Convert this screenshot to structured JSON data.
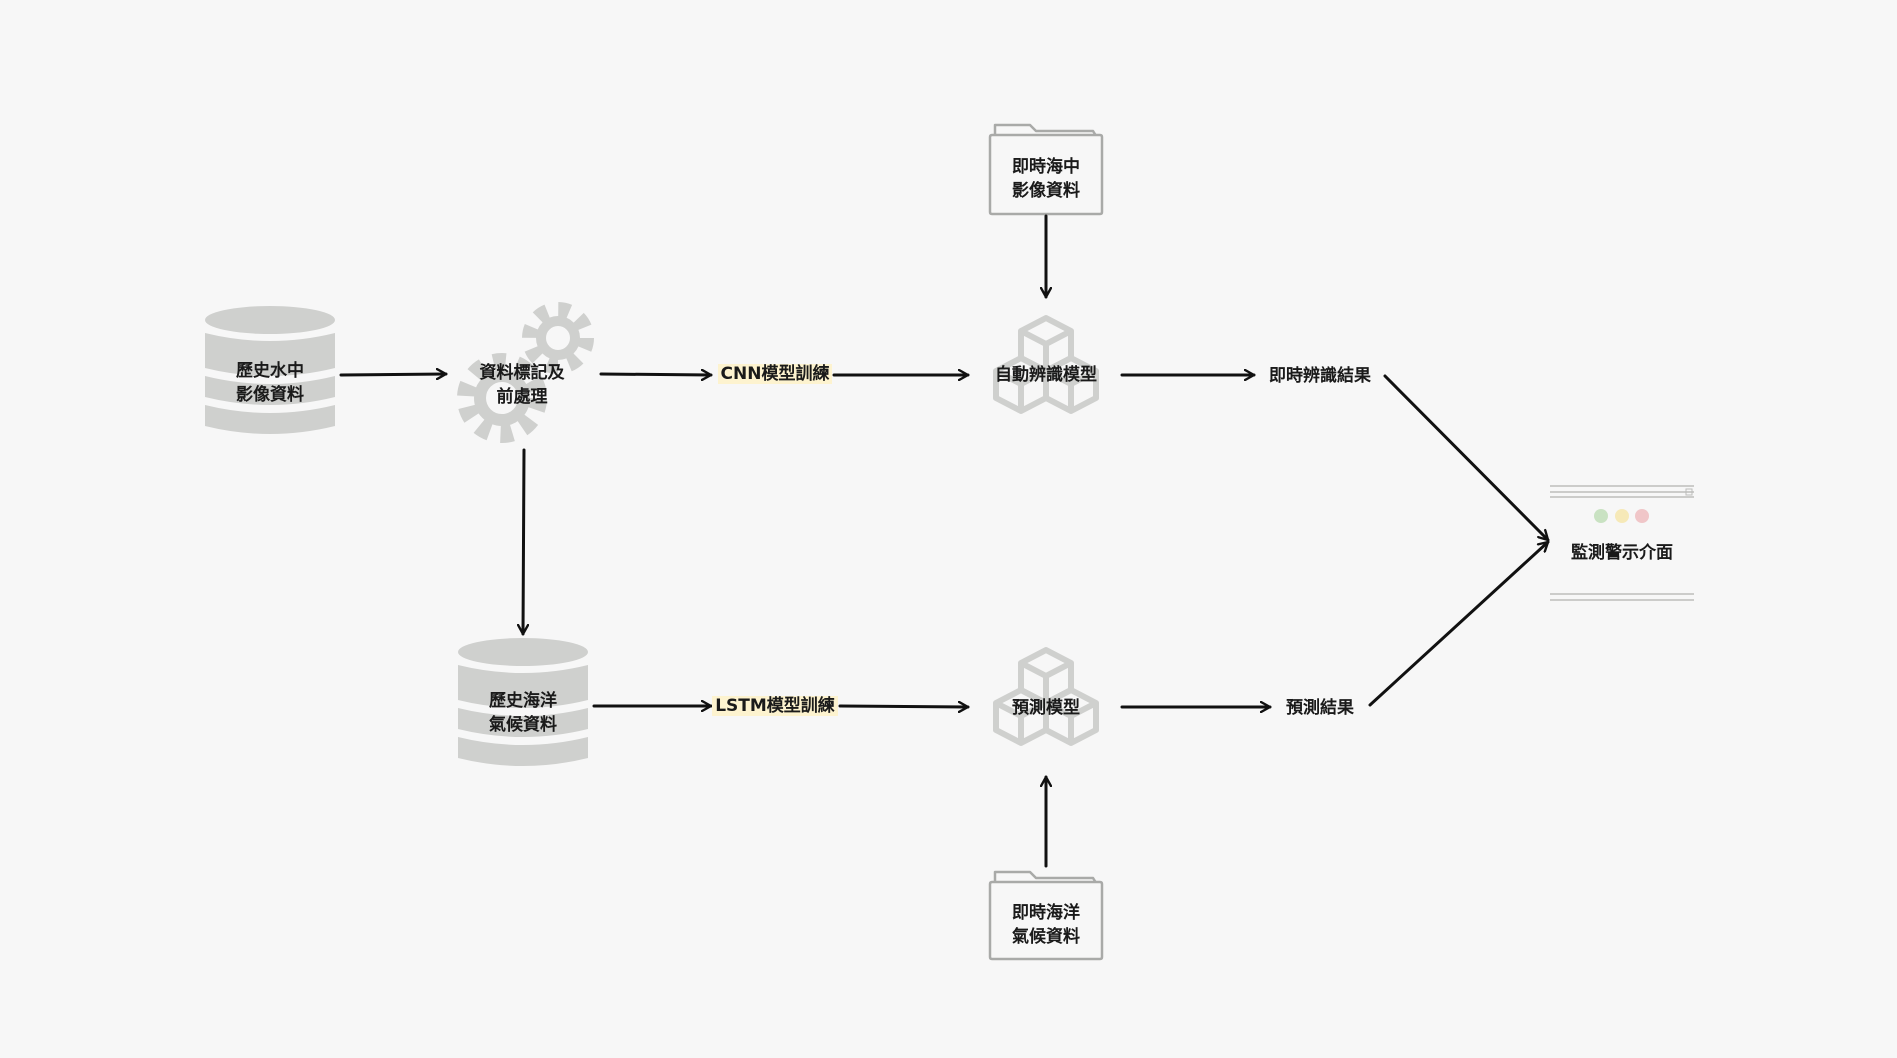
{
  "nodes": {
    "hist_underwater_images": {
      "lines": [
        "歷史水中",
        "影像資料"
      ],
      "icon": "database-icon"
    },
    "labeling_preprocessing": {
      "lines": [
        "資料標記及",
        "前處理"
      ],
      "icon": "gears-icon"
    },
    "hist_ocean_climate": {
      "lines": [
        "歷史海洋",
        "氣候資料"
      ],
      "icon": "database-icon"
    },
    "auto_recognition_model": {
      "lines": [
        "自動辨識模型"
      ],
      "icon": "cubes-icon"
    },
    "prediction_model": {
      "lines": [
        "預測模型"
      ],
      "icon": "cubes-icon"
    },
    "realtime_underwater_images": {
      "lines": [
        "即時海中",
        "影像資料"
      ],
      "icon": "folder-icon"
    },
    "realtime_ocean_climate": {
      "lines": [
        "即時海洋",
        "氣候資料"
      ],
      "icon": "folder-icon"
    },
    "realtime_recognition_result": {
      "lines": [
        "即時辨識結果"
      ]
    },
    "prediction_result": {
      "lines": [
        "預測結果"
      ]
    },
    "monitoring_alert_ui": {
      "lines": [
        "監測警示介面"
      ],
      "icon": "browser-window-icon"
    }
  },
  "edge_labels": {
    "cnn_training": "CNN模型訓練",
    "lstm_training": "LSTM模型訓練"
  },
  "colors": {
    "background": "#f7f7f7",
    "icon_fill": "#cfd0ce",
    "icon_stroke": "#a9aaa8",
    "arrow": "#111111",
    "label_highlight": "#fdf3cf",
    "dot_green": "#c9e2c2",
    "dot_yellow": "#f6e9b8",
    "dot_red": "#f0c6c8"
  }
}
